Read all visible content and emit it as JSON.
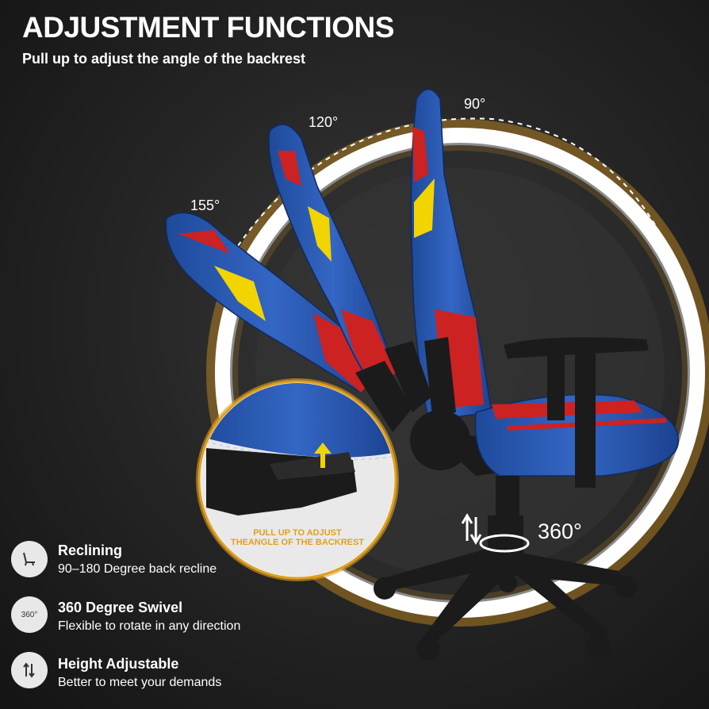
{
  "headline": "ADJUSTMENT FUNCTIONS",
  "subhead": "Pull up to adjust the angle of the backrest",
  "angles": {
    "a90": "90°",
    "a120": "120°",
    "a155": "155°"
  },
  "zoom_caption": "PULL UP TO ADJUST THEANGLE OF THE BACKREST",
  "swivel_label": "360°",
  "features": [
    {
      "title": "Reclining",
      "desc": "90–180 Degree back recline",
      "icon": "recline-icon"
    },
    {
      "title": "360 Degree Swivel",
      "desc": "Flexible to rotate in any direction",
      "icon": "rotate-360-icon",
      "icon_text": "360°"
    },
    {
      "title": "Height Adjustable",
      "desc": "Better to meet your demands",
      "icon": "height-arrows-icon"
    }
  ],
  "colors": {
    "chair_blue": "#2255aa",
    "chair_red": "#cc2222",
    "chair_yellow": "#f2d400",
    "ring_glow": "#ffb020",
    "frame": "#1b1b1b"
  }
}
